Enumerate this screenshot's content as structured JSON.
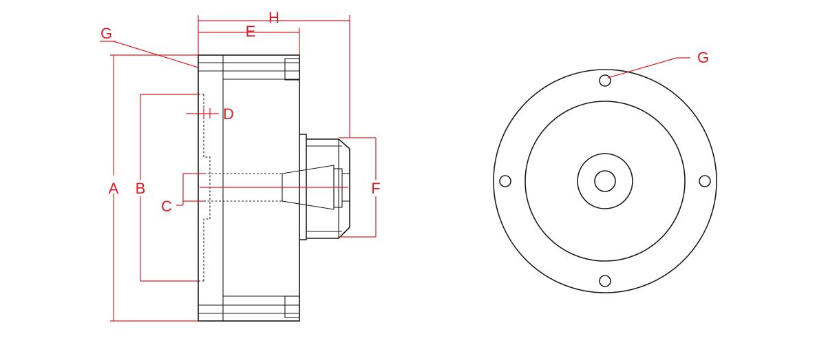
{
  "labels": {
    "a": "A",
    "b": "B",
    "c": "C",
    "d": "D",
    "e": "E",
    "f": "F",
    "g_side": "G",
    "g_front": "G",
    "h": "H"
  },
  "colors": {
    "part_line": "#1a1a1a",
    "dimension_line": "#e01b24",
    "background": "#ffffff"
  }
}
